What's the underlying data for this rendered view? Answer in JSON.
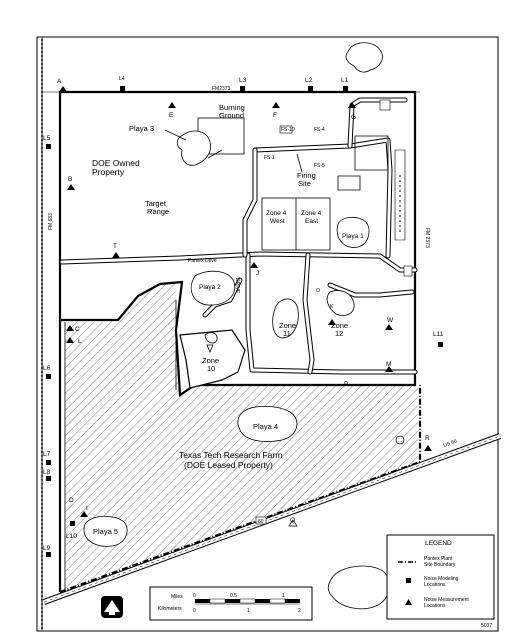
{
  "map": {
    "figure_number": "5037",
    "boundary_label": "DOE Owned\nProperty",
    "leased_label_1": "Texas Tech Research Farm",
    "leased_label_2": "(DOE Leased Property)",
    "areas": {
      "burning_ground": "Burning\nGround",
      "target_range": "Target\nRange",
      "firing_site": "Firing\nSite",
      "zone4w": "Zone 4\nWest",
      "zone4e": "Zone 4\nEast",
      "zone10": "Zone\n10",
      "zone11": "Zone\n11",
      "zone12": "Zone\n12"
    },
    "playas": {
      "p1": "Playa 1",
      "p2": "Playa 2",
      "p3": "Playa 3",
      "p4": "Playa 4",
      "p5": "Playa 5"
    },
    "roads": {
      "fm2373": "FM2373",
      "fm683": "FM 683",
      "fm2373_right": "FM 2373",
      "pantex_drive": "Pantex Drive",
      "hwy60": "60",
      "hwy_r": "US 60",
      "hwy_d": "DRIVE"
    },
    "site_codes": {
      "fs10": "FS-10",
      "fs4": "FS-4",
      "fs1": "FS-1",
      "fs5": "FS-5"
    },
    "noise_modeling": [
      "L1",
      "L2",
      "L3",
      "L4",
      "L5",
      "L6",
      "L7",
      "L8",
      "L9",
      "L10",
      "L11"
    ],
    "noise_measurement": [
      "A",
      "B",
      "C",
      "D",
      "E",
      "F",
      "G",
      "I",
      "J",
      "K",
      "L",
      "M",
      "P",
      "Q",
      "R",
      "T",
      "W",
      "O"
    ]
  },
  "legend": {
    "title": "LEGEND",
    "boundary": "Pantex Plant\nSite Boundary",
    "modeling": "Noise Modeling\nLocations",
    "measurement": "Noise Measurement\nLocations"
  },
  "scale": {
    "miles": "Miles",
    "km": "Kilometers",
    "ticks_miles": [
      "0",
      "0.5",
      "1"
    ],
    "ticks_km": [
      "0",
      "1",
      "2"
    ]
  }
}
